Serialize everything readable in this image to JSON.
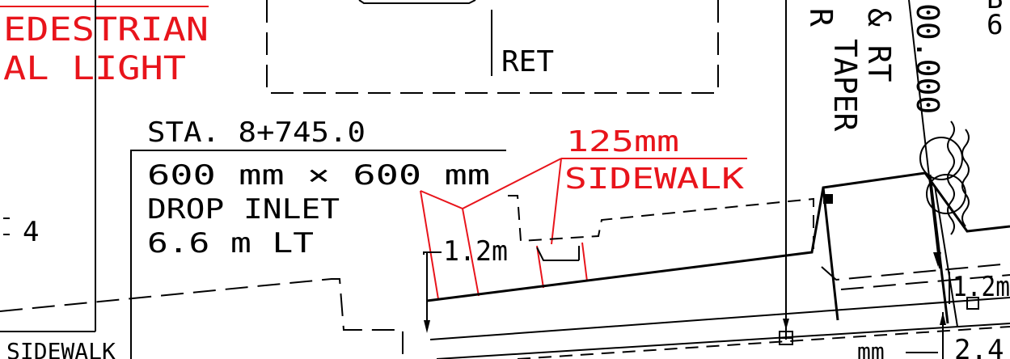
{
  "labels": {
    "ped_line1": "EDESTRIAN",
    "ped_line2": "AL LIGHT",
    "left_num": "4",
    "ret": "RET",
    "sta": "STA. 8+745.0",
    "inlet_size": "600 mm × 600 mm",
    "inlet_type": "DROP INLET",
    "inlet_offset": "6.6 m LT",
    "dim_left": "1.2m",
    "dim_right": "1.2m",
    "sidewalk_thickness": "125mm",
    "sidewalk_red": "SIDEWALK",
    "sidewalk_bottom": "SIDEWALK",
    "taper_line1": "& RT",
    "taper_line2": "TAPER",
    "r_partial": "R",
    "station_partial": "00.000",
    "right_top_num": "6",
    "right_top_b": "B",
    "right_bottom_num": "2.4",
    "right_bottom_mm": "mm"
  },
  "colors": {
    "linework": "#000000",
    "annotation_red": "#e8141b",
    "background": "#ffffff"
  }
}
